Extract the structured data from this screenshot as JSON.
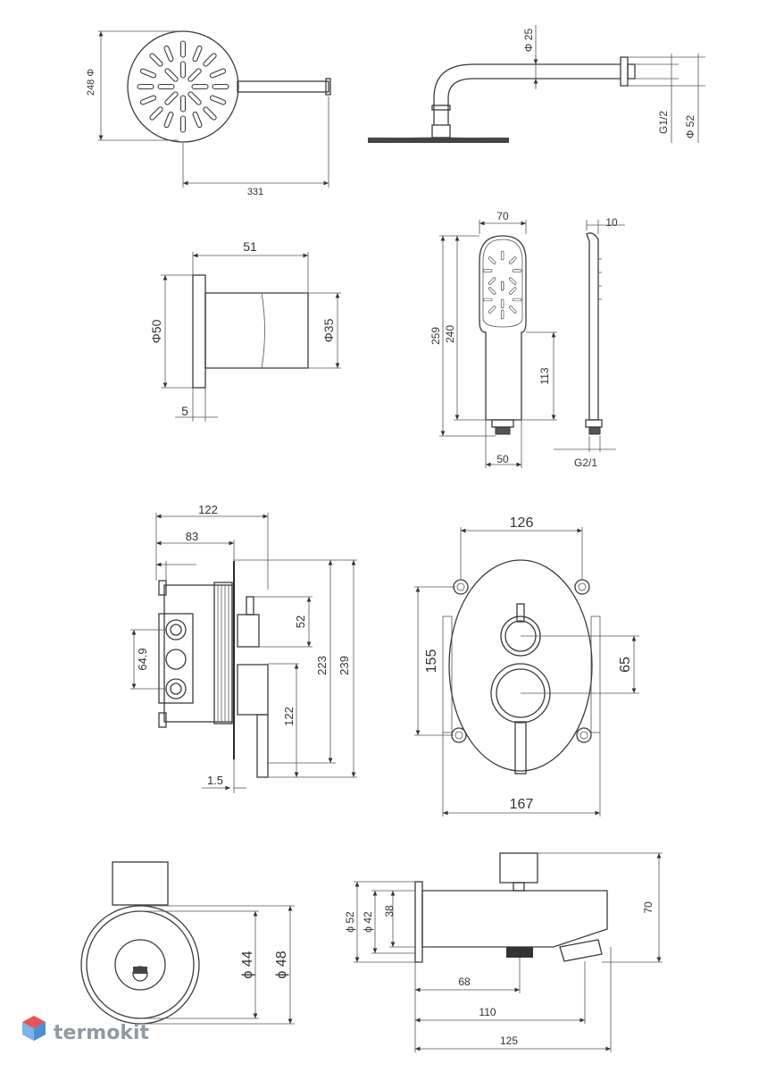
{
  "views": {
    "shower_head_front": {
      "dims": {
        "diameter": "248 Φ",
        "length": "331"
      }
    },
    "shower_head_side": {
      "dims": {
        "arm_diameter": "Φ 25",
        "thread": "G1/2",
        "flange": "Φ 52"
      }
    },
    "holder": {
      "dims": {
        "depth": "51",
        "flange_dia": "Φ50",
        "body_dia": "Φ35",
        "flange_thickness": "5"
      }
    },
    "hand_shower_front": {
      "dims": {
        "width": "70",
        "total_height": "259",
        "height": "240",
        "handle": "113",
        "bottom": "50"
      }
    },
    "hand_shower_side": {
      "dims": {
        "thickness": "10",
        "thread": "G2/1"
      }
    },
    "mixer_body": {
      "dims": {
        "depth": "122",
        "inner": "83",
        "spacing": "64.9",
        "top": "52",
        "height1": "223",
        "height2": "239",
        "lower": "122",
        "plate": "1.5"
      }
    },
    "mixer_front": {
      "dims": {
        "width_top": "126",
        "height": "155",
        "offset": "65",
        "width": "167"
      }
    },
    "spout_front": {
      "dims": {
        "d1": "ϕ 44",
        "d2": "ϕ 48"
      }
    },
    "spout_side": {
      "dims": {
        "d52": "ϕ 52",
        "d42": "ϕ 42",
        "h38": "38",
        "h70": "70",
        "l68": "68",
        "l110": "110",
        "l125": "125"
      }
    }
  },
  "brand": {
    "watermark": "termokit"
  }
}
